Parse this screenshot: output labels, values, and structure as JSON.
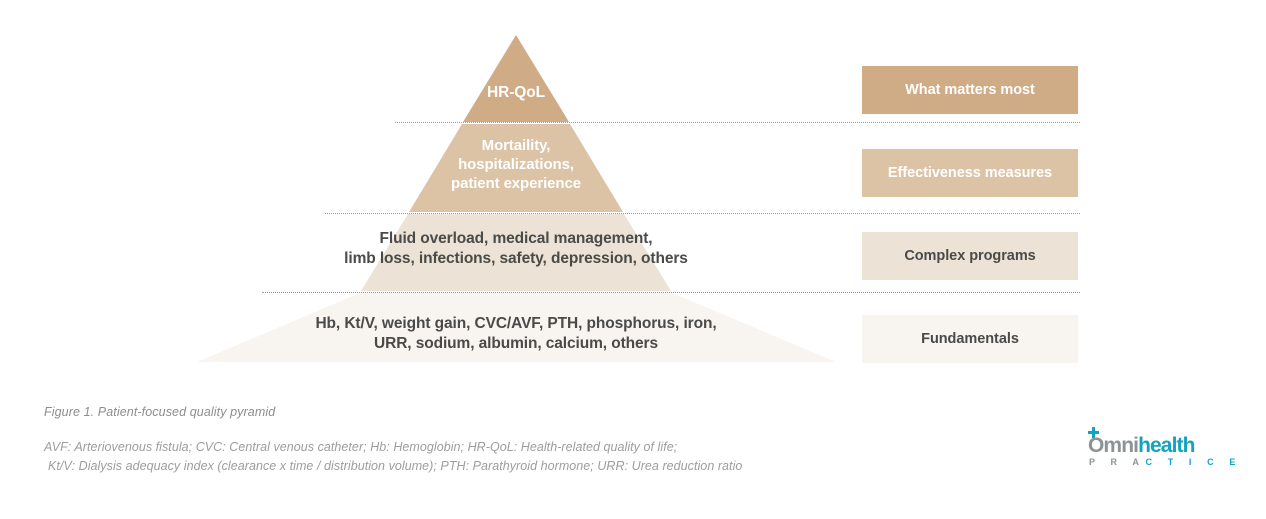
{
  "figure": {
    "caption": "Figure 1. Patient-focused quality pyramid",
    "footnote_line_1": "AVF: Arteriovenous fistula; CVC: Central venous catheter; Hb: Hemoglobin; HR-QoL: Health-related quality of life;",
    "footnote_line_2": "Kt/V: Dialysis adequacy index (clearance x time / distribution volume); PTH: Parathyroid hormone; URR: Urea reduction ratio"
  },
  "chart_data": {
    "type": "pyramid",
    "title": "Figure 1. Patient-focused quality pyramid",
    "orientation": "apex-top",
    "tier_count": 4,
    "tiers": [
      {
        "level": 1,
        "content": "HR-QoL",
        "label": "What matters most",
        "fill": "#cfac86",
        "text_color": "#ffffff"
      },
      {
        "level": 2,
        "content": "Mortaility,\nhospitalizations,\npatient experience",
        "label": "Effectiveness measures",
        "fill": "#dcc3a6",
        "text_color": "#ffffff"
      },
      {
        "level": 3,
        "content": "Fluid overload, medical management,\nlimb loss, infections, safety, depression, others",
        "label": "Complex programs",
        "fill": "#ece2d6",
        "text_color": "#4a4a48"
      },
      {
        "level": 4,
        "content": "Hb, Kt/V, weight gain, CVC/AVF, PTH, phosphorus, iron,\nURR, sodium, albumin, calcium, others",
        "label": "Fundamentals",
        "fill": "#f8f4ef",
        "text_color": "#4a4a48"
      }
    ]
  },
  "logo": {
    "omni": "Omni",
    "health": "health",
    "practice_part_1": "P R A",
    "practice_part_2": "C T I C E",
    "gray": "#8d9295",
    "teal": "#13a3c0"
  }
}
